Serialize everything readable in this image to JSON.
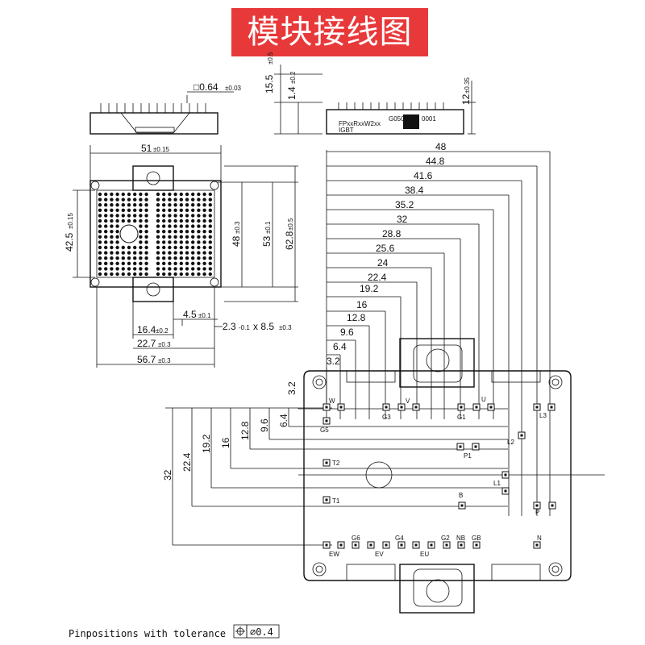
{
  "title": "模块接线图",
  "side_view": {
    "h_155": "15.5",
    "h_155_tol": "±0.5",
    "h_14": "1.4",
    "h_14_tol": "±0.2",
    "h_12": "12",
    "h_12_tol": "±0.35",
    "pin_sq": "□0.64",
    "pin_sq_tol": "±0.03",
    "label_part": "FPxxRxxW2xx",
    "label_igbt": "IGBT",
    "label_code1": "G0501",
    "label_code2": "0001"
  },
  "top_view": {
    "w_51": "51",
    "w_51_tol": "±0.15",
    "h_425": "42.5",
    "h_425_tol": "±0.15",
    "h_48": "48",
    "h_48_tol": "±0.3",
    "h_53": "53",
    "h_53_tol": "±0.1",
    "h_628": "62.8",
    "h_628_tol": "±0.5",
    "w_45": "4.5",
    "w_45_tol": "±0.1",
    "w_164": "16.4",
    "w_164_tol": "±0.2",
    "w_23": "2.3",
    "w_23_tol": "-0.1",
    "w_85": "x 8.5",
    "w_85_tol": "±0.3",
    "w_227": "22.7",
    "w_227_tol": "±0.3",
    "w_567": "56.7",
    "w_567_tol": "±0.3"
  },
  "x_dims": [
    "48",
    "44.8",
    "41.6",
    "38.4",
    "35.2",
    "32",
    "28.8",
    "25.6",
    "24",
    "22.4",
    "19.2",
    "16",
    "12.8",
    "9.6",
    "6.4",
    "3.2"
  ],
  "y_dims": [
    "32",
    "22.4",
    "19.2",
    "16",
    "12.8",
    "9.6",
    "6.4",
    "3.2"
  ],
  "pins": {
    "W": "W",
    "V": "V",
    "U": "U",
    "G3": "G3",
    "G1": "G1",
    "L3": "L3",
    "G5": "G5",
    "L2": "L2",
    "P1": "P1",
    "T2": "T2",
    "L1": "L1",
    "B": "B",
    "T1": "T1",
    "P": "P",
    "G6": "G6",
    "G4": "G4",
    "G2": "G2",
    "NB": "NB",
    "GB": "GB",
    "N": "N",
    "EW": "EW",
    "EV": "EV",
    "EU": "EU"
  },
  "tolerance_note": "Pinpositions with tolerance",
  "tolerance_value": "⌀0.4"
}
